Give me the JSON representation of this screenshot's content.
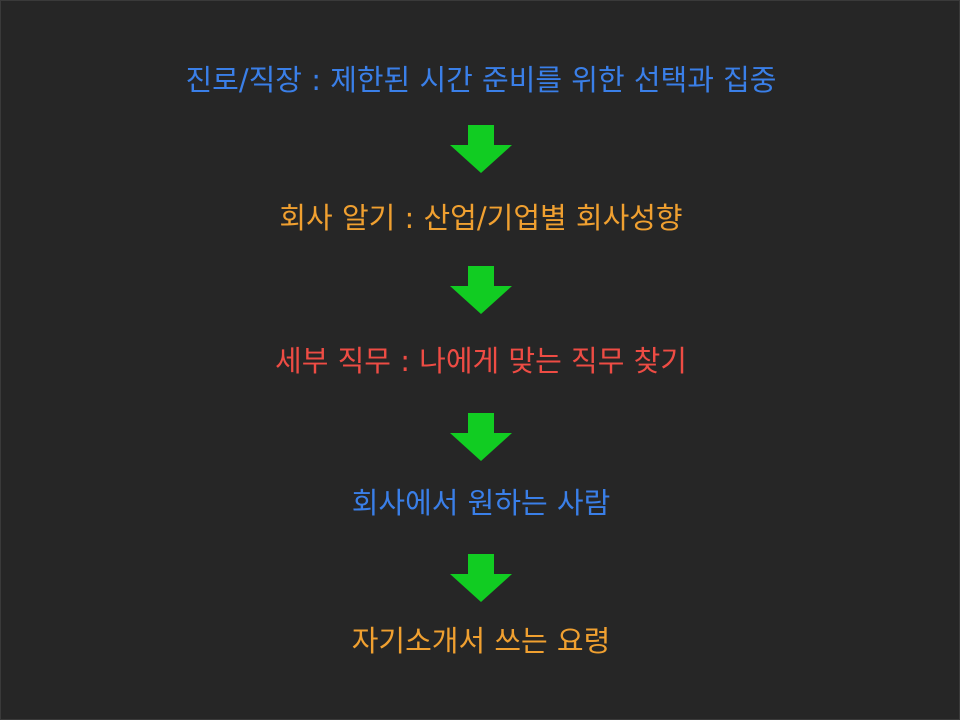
{
  "slide": {
    "steps": [
      {
        "text": "진로/직장 : 제한된 시간 준비를 위한 선택과 집중",
        "color": "#3a7fe8"
      },
      {
        "text": "회사 알기 : 산업/기업별 회사성향",
        "color": "#f0a030"
      },
      {
        "text": "세부 직무 : 나에게 맞는 직무 찾기",
        "color": "#ee4c44"
      },
      {
        "text": "회사에서 원하는 사람",
        "color": "#3a7fe8"
      },
      {
        "text": "자기소개서 쓰는 요령",
        "color": "#f0a030"
      }
    ],
    "arrow_color": "#11cc22",
    "arrow_icon": "down-arrow-icon"
  }
}
